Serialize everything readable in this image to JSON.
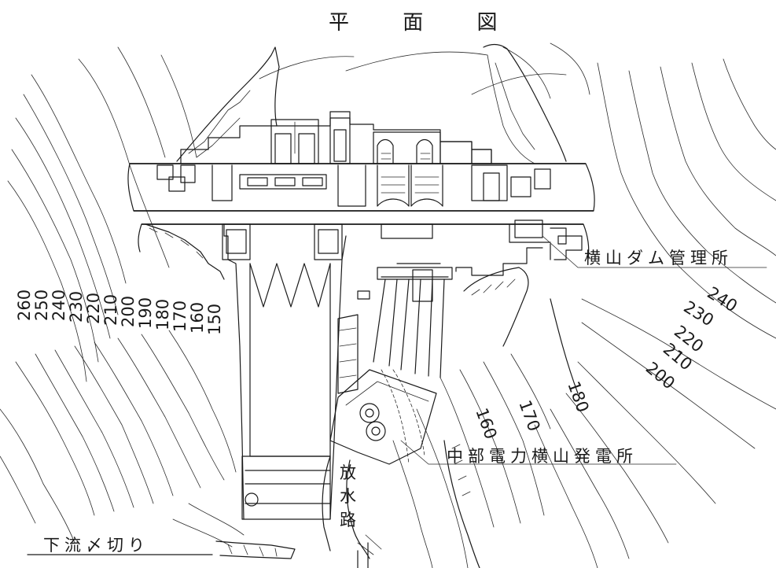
{
  "diagram": {
    "title": "平 面 図",
    "labels": {
      "office": "横山ダム管理所",
      "power_station": "中部電力横山発電所",
      "outlet_channel": [
        "放",
        "水",
        "路"
      ],
      "downstream": "下流〆切り"
    },
    "left_contours": [
      "260",
      "250",
      "240",
      "230",
      "220",
      "210",
      "200",
      "190",
      "180",
      "170",
      "160",
      "150"
    ],
    "right_contours": [
      "240",
      "230",
      "220",
      "210",
      "200"
    ],
    "center_contours": [
      "180",
      "170",
      "160"
    ]
  }
}
